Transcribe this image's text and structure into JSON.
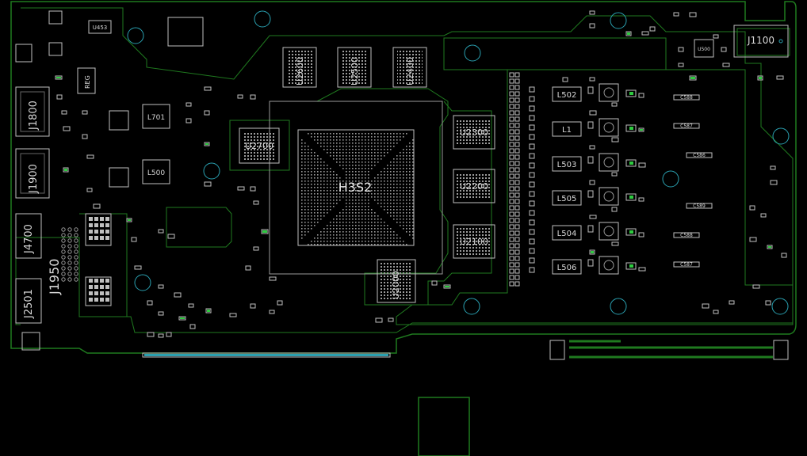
{
  "colors": {
    "background": "#000000",
    "outline": "#1f7a1f",
    "silkscreen": "#d8d8d8",
    "pad": "#bfbfbf",
    "hole": "#2aa0b0",
    "green_pad": "#2ecc40"
  },
  "labels": {
    "gpu": "H3S2",
    "mem_top_1": "U2600",
    "mem_top_2": "U2500",
    "mem_top_3": "U2400",
    "mem_left": "U2700",
    "mem_right_1": "U2300",
    "mem_right_2": "U2200",
    "mem_right_3": "U2100",
    "mem_bottom": "U2000",
    "conn_1": "J1800",
    "conn_2": "J1900",
    "conn_3": "J4700",
    "conn_4": "J1950",
    "conn_5": "J2501",
    "ind_701": "L701",
    "ind_500": "L500",
    "ic_u453": "U453",
    "ic_u500": "U500",
    "ind_502": "L502",
    "ind_l1": "L1",
    "ind_503": "L503",
    "ind_505": "L505",
    "ind_504": "L504",
    "ind_506": "L506",
    "reg_label": "REG",
    "conn_right": "J1100",
    "cap_1": "C588",
    "cap_2": "C587",
    "cap_3": "C586",
    "cap_4": "C589",
    "cap_5": "C588",
    "cap_6": "C587"
  }
}
